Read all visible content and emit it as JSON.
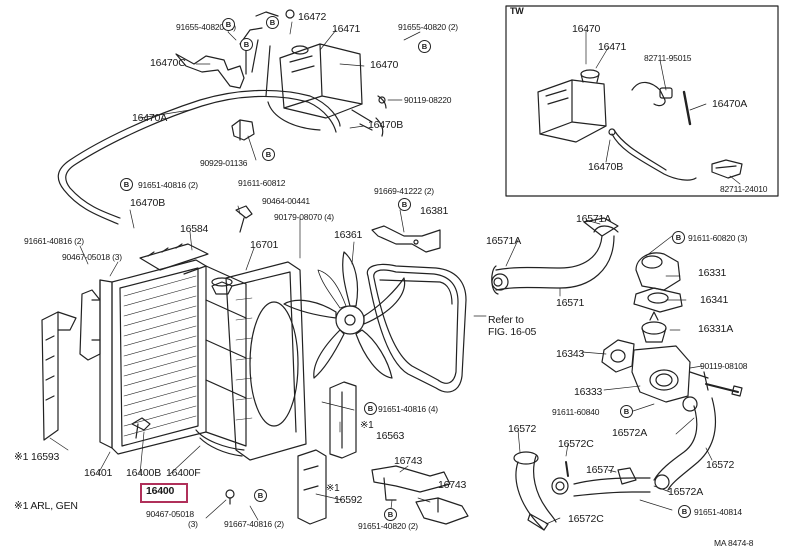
{
  "diagram": {
    "tw_label": "TW",
    "footnote_label": "※1 ARL, GEN",
    "footnote_marker": "※1",
    "badge_letter": "B",
    "highlighted_part": "16400",
    "plate_id": "MA  8474-8",
    "refer_text": "Refer to",
    "refer_fig": "FIG. 16-05",
    "labels": {
      "p16472": "16472",
      "p16471": "16471",
      "p91655a": "91655-40820 (2)",
      "p91655b": "91655-40820 (2)",
      "p16470c": "16470C",
      "p16470d": "16470",
      "p90119a": "90119-08220",
      "p16470b": "16470B",
      "p16470a": "16470A",
      "p90929": "90929-01136",
      "p91611a": "91611-60812",
      "p91651a": "91651-40816 (2)",
      "p16470b2": "16470B",
      "p90464": "90464-00441",
      "p91669": "91669-41222 (2)",
      "p16381": "16381",
      "p90179": "90179-08070 (4)",
      "p91651b": "91661-40816 (2)",
      "p90467a": "90467-05018 (3)",
      "p16584": "16584",
      "p16701": "16701",
      "p16361": "16361",
      "p16571a": "16571A",
      "p16571a2": "16571A",
      "p91611b": "91611-60820 (3)",
      "p16331": "16331",
      "p16341": "16341",
      "p16571": "16571",
      "p16331a": "16331A",
      "p16343": "16343",
      "p90119b": "90119-08108",
      "p16333": "16333",
      "p91611c": "91611-60840",
      "p16572a": "16572A",
      "p91651c": "91651-40816 (4)",
      "p16593": "※1 16593",
      "p16563": "16563",
      "p16572": "16572",
      "p16572c": "16572C",
      "p16577": "16577",
      "p16572b": "16572",
      "p16401": "16401",
      "p16400b": "16400B",
      "p16400f": "16400F",
      "p16743": "16743",
      "p16743b": "16743",
      "p16572a2": "16572A",
      "p16592": "16592",
      "p91651d": "91651-40814",
      "p90467b": "90467-05018",
      "p90467b_q": "(3)",
      "p91667": "91667-40816 (2)",
      "p91651e": "91651-40820 (2)",
      "p16572c2": "16572C",
      "tw16470": "16470",
      "tw16471": "16471",
      "tw82711a": "82711-95015",
      "tw16470a": "16470A",
      "tw16470b": "16470B",
      "tw82711b": "82711-24010"
    }
  }
}
